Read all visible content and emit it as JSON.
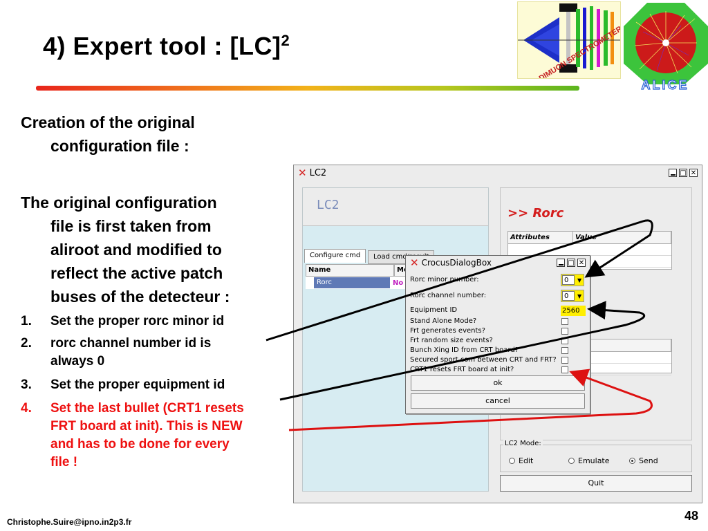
{
  "slide": {
    "title": "4) Expert tool : [LC]",
    "title_sup": "2",
    "intro_line1": "Creation of the original",
    "intro_line2": "configuration file :",
    "para_line1": "The original configuration",
    "para_line2": "file is  first taken from",
    "para_line3": "aliroot and modified to",
    "para_line4": "reflect the  active patch",
    "para_line5": "buses of the detecteur :",
    "steps": [
      {
        "num": "1.",
        "line1": "Set the proper rorc minor id",
        "line2": ""
      },
      {
        "num": "2.",
        "line1": "rorc channel number id is",
        "line2": "always 0"
      },
      {
        "num": "3.",
        "line1": "Set the proper equipment id",
        "line2": ""
      },
      {
        "num": "4.",
        "line1": "Set the last bullet (CRT1 resets",
        "line2": "FRT board at init). This is NEW",
        "line3": "and has to be done for every",
        "line4": "file !"
      }
    ],
    "footer_email": "Christophe.Suire@ipno.in2p3.fr",
    "page_number": "48",
    "logo_dimuon_text": "DIMUON SPECTROMETER",
    "logo_alice_text": "ALICE"
  },
  "lc2": {
    "window_title": "LC2",
    "app_label": "LC2",
    "tabs": [
      "Configure cmd",
      "Load cmd/result"
    ],
    "tree_columns": [
      "Name",
      "Mode"
    ],
    "tree_row_name": "Rorc",
    "tree_row_mode": "No",
    "right_heading": ">> Rorc",
    "attr_columns": [
      "Attributes",
      "Value"
    ],
    "second_grid_col": "e",
    "mode_label": "LC2 Mode:",
    "modes": [
      "Edit",
      "Emulate",
      "Send"
    ],
    "mode_selected": "Send",
    "quit_label": "Quit"
  },
  "crocus": {
    "title": "CrocusDialogBox",
    "rows": [
      "Rorc minor number:",
      "Rorc channel number:",
      "Equipment ID",
      "Stand Alone Mode?",
      "Frt generates events?",
      "Frt random size events?",
      "Bunch Xing ID from CRT board?",
      "Secured sport com between CRT and FRT?",
      "CRT1 resets FRT board at init?"
    ],
    "minor_value": "0",
    "channel_value": "0",
    "equipment_id": "2560",
    "ok_label": "ok",
    "cancel_label": "cancel"
  },
  "colors": {
    "red_text": "#ee1111",
    "annotation_black": "#000000",
    "annotation_red": "#dd1111",
    "highlight_yellow": "#ffee00",
    "selection_blue": "#5f79b6"
  }
}
